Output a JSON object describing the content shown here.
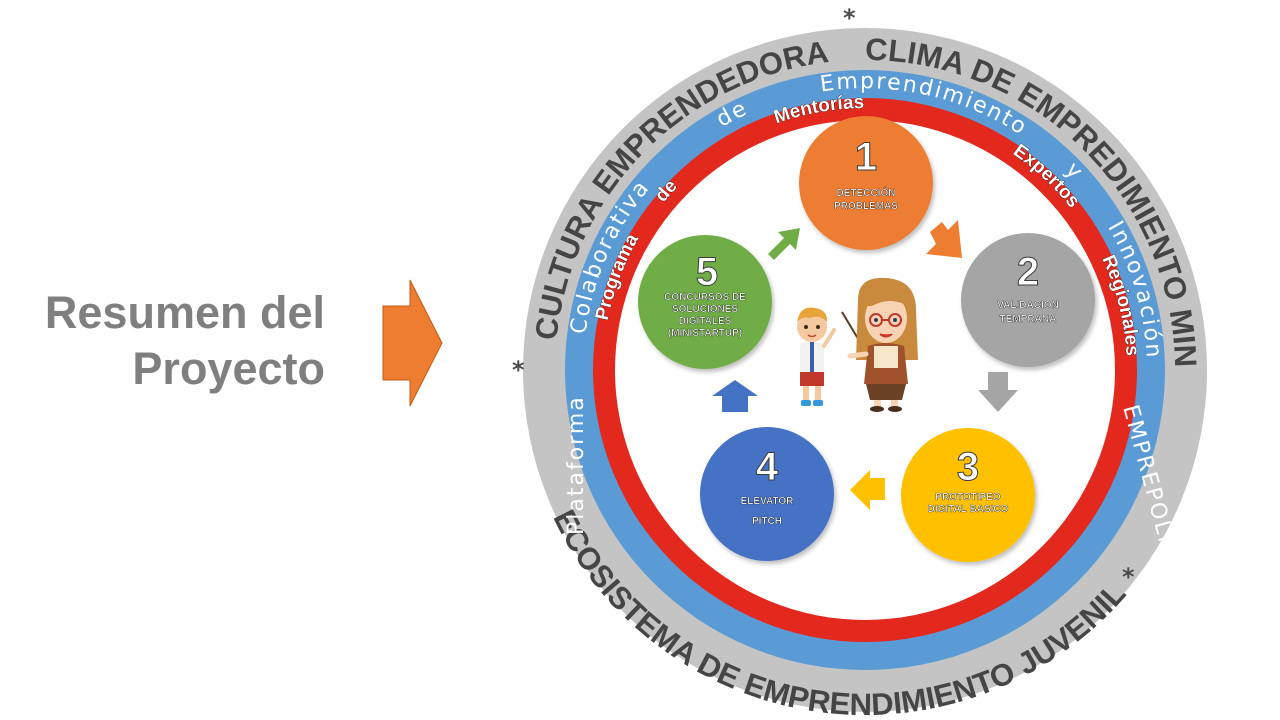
{
  "title": {
    "line1": "Resumen del",
    "line2": "Proyecto"
  },
  "outer_ring": {
    "top_left": "CULTURA EMPRENDEDORA",
    "top_right": "CLIMA DE EMPREDIMIENTO MINISTARTUP",
    "bottom": "ECOSISTEMA DE EMPRENDIMIENTO JUVENIL",
    "separator": "*"
  },
  "blue_ring": {
    "left": "Plataforma",
    "upper_left": "Colaborativa",
    "de": "de",
    "top": "Emprendimiento",
    "y": "y",
    "right": "Innovación",
    "lower_right": "EMPREPOLIS"
  },
  "red_ring": {
    "w1": "Programa",
    "w2": "de",
    "w3": "Mentorías",
    "w4": "Expertos",
    "w5": "Regionales"
  },
  "steps": [
    {
      "number": "1",
      "line1": "DETECCIÓN",
      "line2": "PROBLEMAS",
      "line3": "",
      "line4": ""
    },
    {
      "number": "2",
      "line1": "VALIDACION",
      "line2": "TEMPRANA",
      "line3": "",
      "line4": ""
    },
    {
      "number": "3",
      "line1": "PROTOTIPEO",
      "line2": "DIGITAL BASICO",
      "line3": "",
      "line4": ""
    },
    {
      "number": "4",
      "line1": "ELEVATOR",
      "line2": "PITCH",
      "line3": "",
      "line4": ""
    },
    {
      "number": "5",
      "line1": "CONCURSOS DE",
      "line2": "SOLUCIONES",
      "line3": "DIGITALES",
      "line4": "(MINISTARTUP)"
    }
  ],
  "colors": {
    "outer_ring": "#c4c4c4",
    "blue_ring": "#5b9bd5",
    "red_ring": "#e3281e",
    "step1": "#ed7d31",
    "step2": "#a5a5a5",
    "step3": "#ffc000",
    "step4": "#4472c4",
    "step5": "#70ad47",
    "title": "#7f7f7f",
    "arrow": "#ed7d31"
  },
  "icons": [
    "right-arrow-icon",
    "teacher-illustration",
    "student-illustration"
  ]
}
